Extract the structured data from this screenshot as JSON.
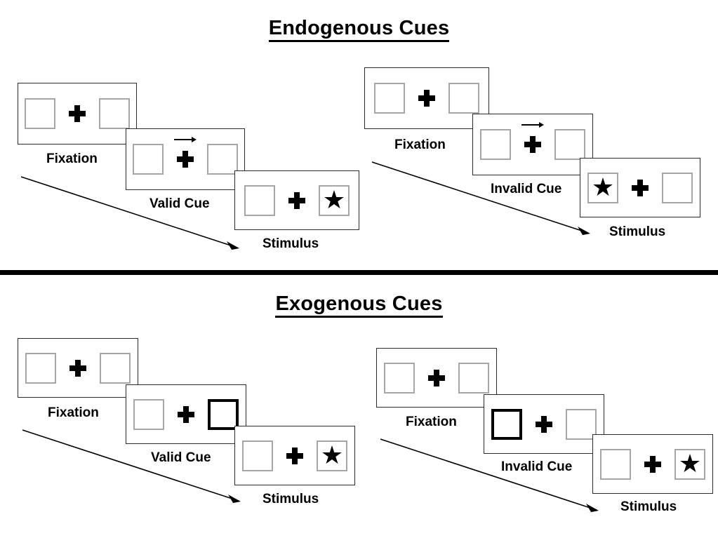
{
  "figure": {
    "title_top": "Endogenous Cues",
    "title_bottom": "Exogenous Cues"
  },
  "sections": [
    {
      "id": "endogenous",
      "title": "Endogenous Cues",
      "streams": [
        {
          "id": "endogenous-valid",
          "panels": [
            {
              "caption": "Fixation",
              "cue": "none",
              "arrow": false,
              "stimulus": "none"
            },
            {
              "caption": "Valid Cue",
              "cue": "arrow",
              "arrow": true,
              "stimulus": "none"
            },
            {
              "caption": "Stimulus",
              "cue": "none",
              "arrow": false,
              "stimulus": "right"
            }
          ]
        },
        {
          "id": "endogenous-invalid",
          "panels": [
            {
              "caption": "Fixation",
              "cue": "none",
              "arrow": false,
              "stimulus": "none"
            },
            {
              "caption": "Invalid Cue",
              "cue": "arrow",
              "arrow": true,
              "stimulus": "none"
            },
            {
              "caption": "Stimulus",
              "cue": "none",
              "arrow": false,
              "stimulus": "left"
            }
          ]
        }
      ]
    },
    {
      "id": "exogenous",
      "title": "Exogenous Cues",
      "streams": [
        {
          "id": "exogenous-valid",
          "panels": [
            {
              "caption": "Fixation",
              "cue": "none",
              "arrow": false,
              "stimulus": "none"
            },
            {
              "caption": "Valid Cue",
              "cue": "right",
              "arrow": false,
              "stimulus": "none"
            },
            {
              "caption": "Stimulus",
              "cue": "none",
              "arrow": false,
              "stimulus": "right"
            }
          ]
        },
        {
          "id": "exogenous-invalid",
          "panels": [
            {
              "caption": "Fixation",
              "cue": "none",
              "arrow": false,
              "stimulus": "none"
            },
            {
              "caption": "Invalid Cue",
              "cue": "left",
              "arrow": false,
              "stimulus": "none"
            },
            {
              "caption": "Stimulus",
              "cue": "none",
              "arrow": false,
              "stimulus": "right"
            }
          ]
        }
      ]
    },
    {
      "id": "labels-flat",
      "title": "",
      "streams": []
    }
  ],
  "captions": {
    "fixation": "Fixation",
    "valid_cue": "Valid Cue",
    "invalid_cue": "Invalid Cue",
    "stimulus": "Stimulus"
  },
  "glyphs": {
    "star": "★",
    "plus": "+",
    "arrow": "→"
  },
  "colors": {
    "box_border": "#a6a6a6",
    "box_border_cued": "#000000",
    "frame_border": "#2b2b2b",
    "ink": "#000000",
    "background": "#ffffff"
  }
}
